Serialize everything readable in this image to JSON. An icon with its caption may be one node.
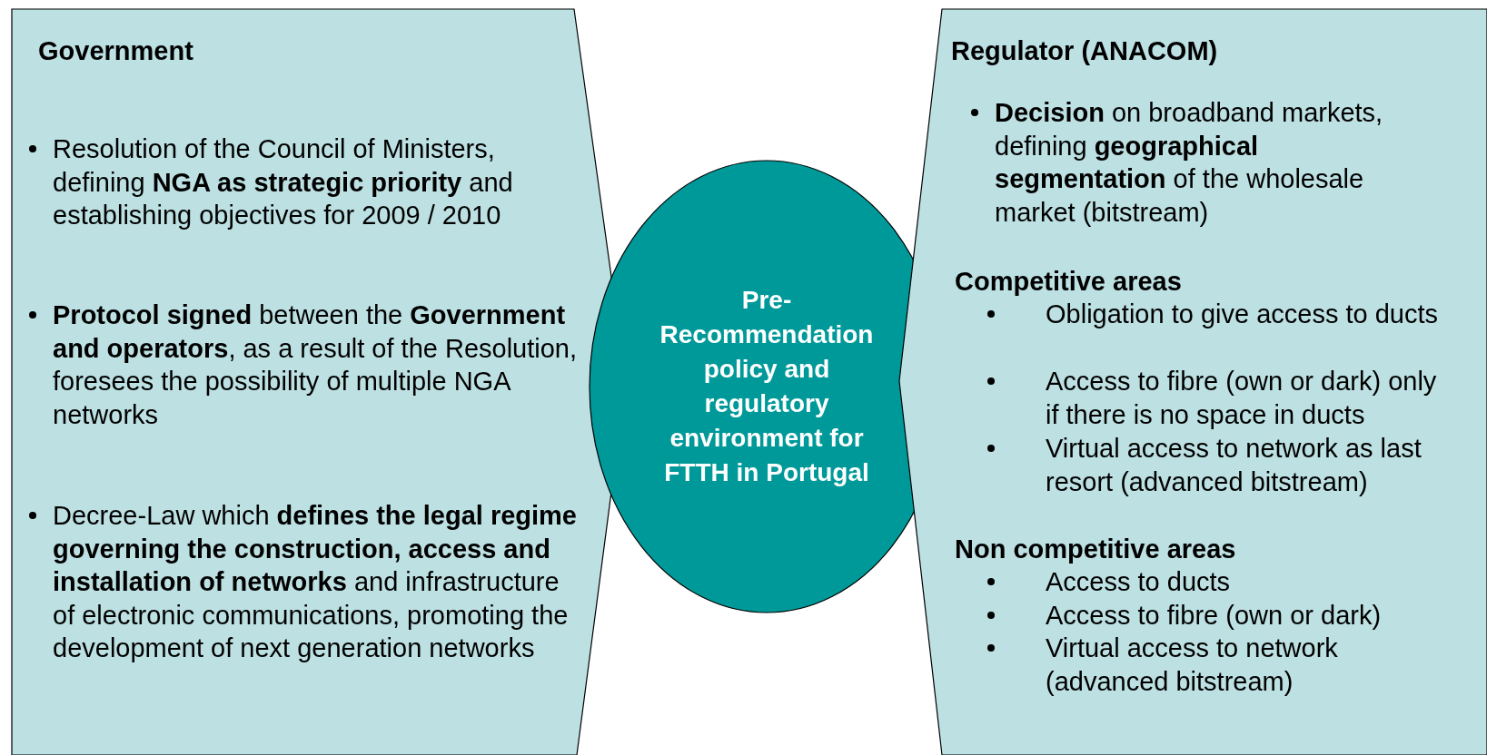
{
  "diagram": {
    "nodes": [
      {
        "text": [
          "Government",
          "Resolution of the Council of Ministers, defining **NGA as strategic priority** and establishing objectives for 2009 / 2010",
          "**Protocol signed** between the **Government and operators**, as a result of the Resolution, foresees the possibility of multiple NGA networks",
          "Decree-Law which **defines the legal regime governing the construction, access and installation of networks** and infrastructure of electronic communications, promoting the development of next generation networks"
        ]
      },
      {
        "text": [
          "Pre-Recommendation policy and regulatory environment for FTTH in Portugal"
        ]
      },
      {
        "text": [
          "Regulator (ANACOM)",
          "**Decision** on broadband markets, defining **geographical segmentation** of the wholesale market (bitstream)",
          "Competitive areas",
          "Obligation to give access to ducts",
          "Access to fibre (own or dark) only if there is no space in ducts",
          "Virtual access to network as last resort (advanced bitstream)",
          "Non competitive areas",
          "Access to ducts",
          "Access to fibre (own or dark)",
          "Virtual access to network (advanced bitstream)"
        ]
      }
    ],
    "edges": []
  }
}
